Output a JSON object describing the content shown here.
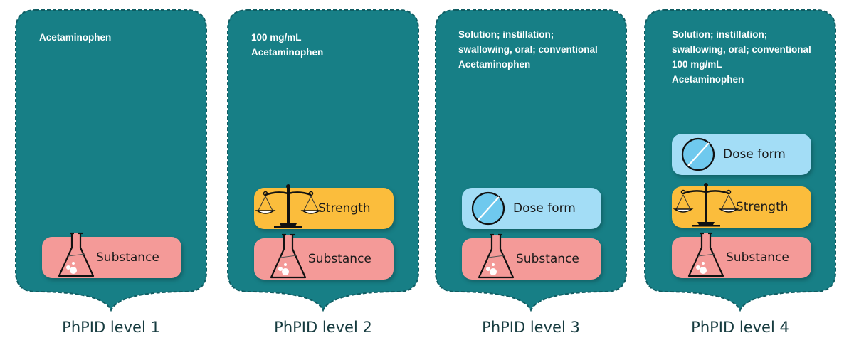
{
  "colors": {
    "panel_fill": "#177f86",
    "panel_border": "#0f5c62",
    "substance": "#f49a98",
    "strength": "#fbbd3c",
    "dose_form": "#a3ddf6",
    "level_text": "#163b3f"
  },
  "legend": {
    "substance": {
      "label": "Substance",
      "icon": "flask-icon"
    },
    "strength": {
      "label": "Strength",
      "icon": "scale-icon"
    },
    "dose_form": {
      "label": "Dose form",
      "icon": "tablet-icon"
    }
  },
  "levels": [
    {
      "title": "PhPID level 1",
      "description_lines": [
        "Acetaminophen"
      ],
      "components": [
        "Substance"
      ]
    },
    {
      "title": "PhPID level 2",
      "description_lines": [
        "100 mg/mL",
        "Acetaminophen"
      ],
      "components": [
        "Strength",
        "Substance"
      ]
    },
    {
      "title": "PhPID level 3",
      "description_lines": [
        "Solution; instillation;",
        "swallowing, oral; conventional",
        "Acetaminophen"
      ],
      "components": [
        "Dose form",
        "Substance"
      ]
    },
    {
      "title": "PhPID level 4",
      "description_lines": [
        "Solution; instillation;",
        "swallowing, oral; conventional",
        "100 mg/mL",
        "Acetaminophen"
      ],
      "components": [
        "Dose form",
        "Strength",
        "Substance"
      ]
    }
  ]
}
